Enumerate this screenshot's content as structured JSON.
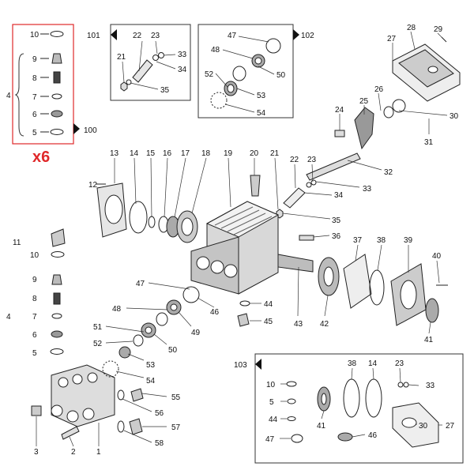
{
  "kit_multiplier": "x6",
  "accent_color": "#e0282a",
  "callouts": [
    {
      "id": "k10",
      "text": "10"
    },
    {
      "id": "k9",
      "text": "9"
    },
    {
      "id": "k8",
      "text": "8"
    },
    {
      "id": "k4",
      "text": "4"
    },
    {
      "id": "k7",
      "text": "7"
    },
    {
      "id": "k6",
      "text": "6"
    },
    {
      "id": "k5",
      "text": "5"
    },
    {
      "id": "k100",
      "text": "100"
    },
    {
      "id": "c101",
      "text": "101"
    },
    {
      "id": "c22a",
      "text": "22"
    },
    {
      "id": "c23a",
      "text": "23"
    },
    {
      "id": "c33a",
      "text": "33"
    },
    {
      "id": "c21a",
      "text": "21"
    },
    {
      "id": "c34a",
      "text": "34"
    },
    {
      "id": "c35a",
      "text": "35"
    },
    {
      "id": "c47a",
      "text": "47"
    },
    {
      "id": "c102",
      "text": "102"
    },
    {
      "id": "c48a",
      "text": "48"
    },
    {
      "id": "c50a",
      "text": "50"
    },
    {
      "id": "c52a",
      "text": "52"
    },
    {
      "id": "c53a",
      "text": "53"
    },
    {
      "id": "c54a",
      "text": "54"
    },
    {
      "id": "c27",
      "text": "27"
    },
    {
      "id": "c28",
      "text": "28"
    },
    {
      "id": "c29",
      "text": "29"
    },
    {
      "id": "c26",
      "text": "26"
    },
    {
      "id": "c25",
      "text": "25"
    },
    {
      "id": "c24",
      "text": "24"
    },
    {
      "id": "c30",
      "text": "30"
    },
    {
      "id": "c31",
      "text": "31"
    },
    {
      "id": "c13",
      "text": "13"
    },
    {
      "id": "c14",
      "text": "14"
    },
    {
      "id": "c15",
      "text": "15"
    },
    {
      "id": "c16",
      "text": "16"
    },
    {
      "id": "c17",
      "text": "17"
    },
    {
      "id": "c18",
      "text": "18"
    },
    {
      "id": "c19",
      "text": "19"
    },
    {
      "id": "c20",
      "text": "20"
    },
    {
      "id": "c21b",
      "text": "21"
    },
    {
      "id": "c22b",
      "text": "22"
    },
    {
      "id": "c23b",
      "text": "23"
    },
    {
      "id": "c32",
      "text": "32"
    },
    {
      "id": "c33b",
      "text": "33"
    },
    {
      "id": "c34b",
      "text": "34"
    },
    {
      "id": "c35b",
      "text": "35"
    },
    {
      "id": "c12",
      "text": "12"
    },
    {
      "id": "c36",
      "text": "36"
    },
    {
      "id": "c11",
      "text": "11"
    },
    {
      "id": "c10b",
      "text": "10"
    },
    {
      "id": "c37",
      "text": "37"
    },
    {
      "id": "c38",
      "text": "38"
    },
    {
      "id": "c39",
      "text": "39"
    },
    {
      "id": "c40",
      "text": "40"
    },
    {
      "id": "c9b",
      "text": "9"
    },
    {
      "id": "c8b",
      "text": "8"
    },
    {
      "id": "c4b",
      "text": "4"
    },
    {
      "id": "c7b",
      "text": "7"
    },
    {
      "id": "c6b",
      "text": "6"
    },
    {
      "id": "c5b",
      "text": "5"
    },
    {
      "id": "c47b",
      "text": "47"
    },
    {
      "id": "c46",
      "text": "46"
    },
    {
      "id": "c44",
      "text": "44"
    },
    {
      "id": "c45",
      "text": "45"
    },
    {
      "id": "c48b",
      "text": "48"
    },
    {
      "id": "c49",
      "text": "49"
    },
    {
      "id": "c43",
      "text": "43"
    },
    {
      "id": "c42",
      "text": "42"
    },
    {
      "id": "c41",
      "text": "41"
    },
    {
      "id": "c51",
      "text": "51"
    },
    {
      "id": "c52b",
      "text": "52"
    },
    {
      "id": "c50b",
      "text": "50"
    },
    {
      "id": "c53b",
      "text": "53"
    },
    {
      "id": "c54b",
      "text": "54"
    },
    {
      "id": "c55",
      "text": "55"
    },
    {
      "id": "c56",
      "text": "56"
    },
    {
      "id": "c57",
      "text": "57"
    },
    {
      "id": "c58",
      "text": "58"
    },
    {
      "id": "c3",
      "text": "3"
    },
    {
      "id": "c2",
      "text": "2"
    },
    {
      "id": "c1",
      "text": "1"
    },
    {
      "id": "c103",
      "text": "103"
    },
    {
      "id": "d10",
      "text": "10"
    },
    {
      "id": "d38",
      "text": "38"
    },
    {
      "id": "d14",
      "text": "14"
    },
    {
      "id": "d23",
      "text": "23"
    },
    {
      "id": "d33",
      "text": "33"
    },
    {
      "id": "d5",
      "text": "5"
    },
    {
      "id": "d44",
      "text": "44"
    },
    {
      "id": "d41",
      "text": "41"
    },
    {
      "id": "d30",
      "text": "30"
    },
    {
      "id": "d27",
      "text": "27"
    },
    {
      "id": "d47",
      "text": "47"
    },
    {
      "id": "d46",
      "text": "46"
    }
  ]
}
